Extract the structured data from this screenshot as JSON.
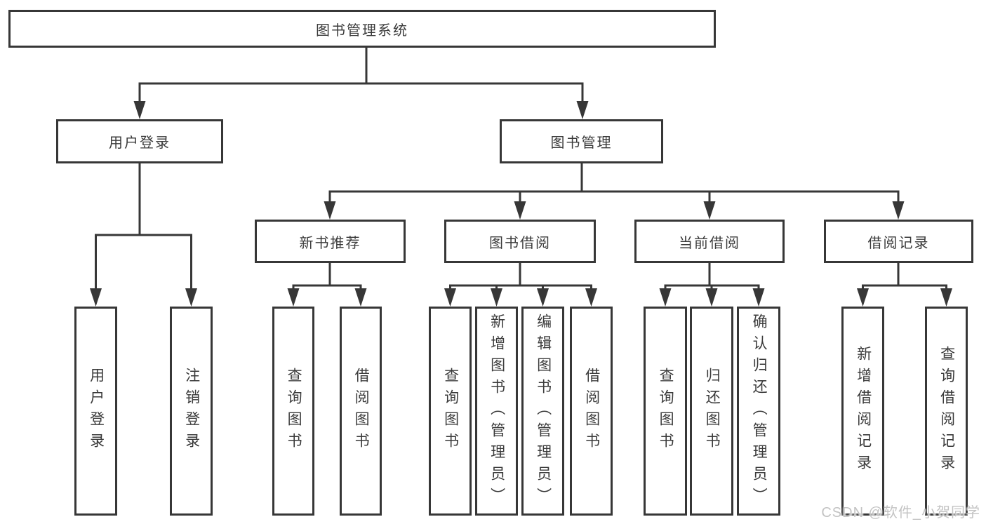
{
  "root": {
    "label": "图书管理系统"
  },
  "level2": {
    "user_login": "用户登录",
    "book_mgmt": "图书管理"
  },
  "level3": {
    "new_recommend": "新书推荐",
    "book_borrow": "图书借阅",
    "current_borrow": "当前借阅",
    "borrow_records": "借阅记录"
  },
  "leaves": {
    "user_login": "用户登录",
    "logout": "注销登录",
    "query_books_a": "查询图书",
    "borrow_books_a": "借阅图书",
    "query_books_b": "查询图书",
    "add_books_admin": "新增图书（管理员）",
    "edit_books_admin": "编辑图书（管理员）",
    "borrow_books_b": "借阅图书",
    "query_books_c": "查询图书",
    "return_books": "归还图书",
    "confirm_return_admin": "确认归还（管理员）",
    "add_borrow_record": "新增借阅记录",
    "query_borrow_record": "查询借阅记录"
  },
  "watermark": "CSDN @软件_小贺同学",
  "colors": {
    "line": "#373737",
    "text": "#3a3a3a",
    "watermark": "#c3c3c3",
    "background": "#ffffff"
  }
}
